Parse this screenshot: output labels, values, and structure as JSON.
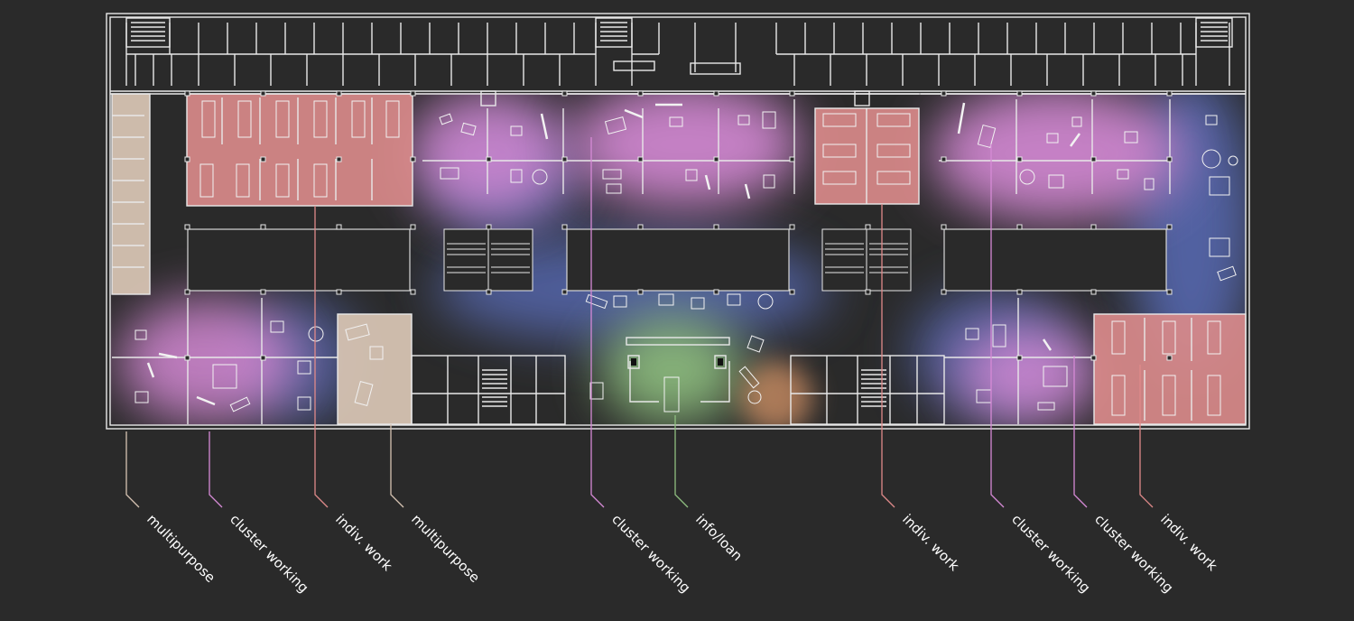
{
  "colors": {
    "background": "#2a2a2a",
    "walls": "#e8e8e8",
    "indiv_work": "#e08a8a",
    "cluster_working": "#d68ad6",
    "multipurpose": "#d6c3b2",
    "info_loan": "#8fbf80",
    "circulation": "#5b6fc0",
    "warm_glow": "#e09a6a"
  },
  "labels": [
    {
      "key": "multipurpose_1",
      "text": "multipurpose",
      "zone_type": "multipurpose"
    },
    {
      "key": "cluster_1",
      "text": "cluster working",
      "zone_type": "cluster_working"
    },
    {
      "key": "indiv_1",
      "text": "indiv. work",
      "zone_type": "indiv_work"
    },
    {
      "key": "multipurpose_2",
      "text": "multipurpose",
      "zone_type": "multipurpose"
    },
    {
      "key": "cluster_2",
      "text": "cluster working",
      "zone_type": "cluster_working"
    },
    {
      "key": "info",
      "text": "info/loan",
      "zone_type": "info_loan"
    },
    {
      "key": "indiv_2",
      "text": "indiv. work",
      "zone_type": "indiv_work"
    },
    {
      "key": "cluster_3",
      "text": "cluster working",
      "zone_type": "cluster_working"
    },
    {
      "key": "cluster_4",
      "text": "cluster working",
      "zone_type": "cluster_working"
    },
    {
      "key": "indiv_3",
      "text": "indiv. work",
      "zone_type": "indiv_work"
    }
  ]
}
